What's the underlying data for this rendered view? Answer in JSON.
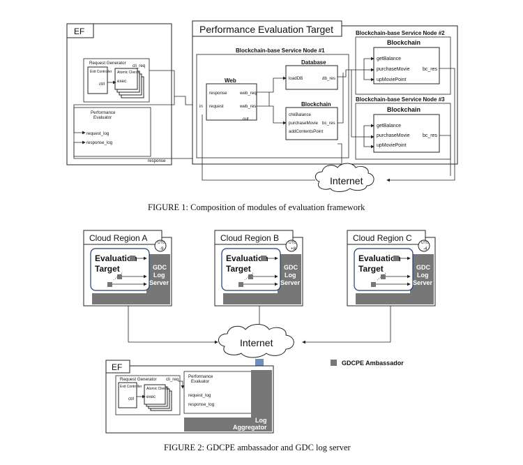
{
  "figure1": {
    "caption": "FIGURE 1: Composition of modules of evaluation framework",
    "ef_label": "EF",
    "request_generator": "Request Generator",
    "exit_controller": "Exit Controller",
    "ctrl": "ctrl",
    "atomic_clients": "Atomic Clients",
    "exec": "exec",
    "cli_req": "cli_req",
    "performance_evaluator_1": "Performance",
    "performance_evaluator_2": "Evaluator",
    "request_log": "request_log",
    "response_log": "response_log",
    "response": "response",
    "pet_title": "Performance Evaluation Target",
    "node1_title": "Blockchain-base Service Node #1",
    "node2_title": "Blockchain-base Service Node #2",
    "node3_title": "Blockchain-base Service Node #3",
    "web_title": "Web",
    "web_response": "response",
    "web_request": "request",
    "web_req": "web_req",
    "web_res": "web_res",
    "out": "out",
    "in": "in",
    "database_title": "Database",
    "load_db": "loadDB",
    "db_res": "db_res",
    "blockchain_title": "Blockchain",
    "chk_balance": "chkBalance",
    "purchase_movie": "purchaseMovie",
    "add_contents_point": "addContentsPoint",
    "bc_res": "bc_res",
    "get_balance": "getBalance",
    "up_movie_point": "upMoviePoint",
    "internet": "Internet"
  },
  "figure2": {
    "caption": "FIGURE 2: GDCPE ambassador and GDC log server",
    "region_a": "Cloud Region A",
    "region_b": "Cloud Region B",
    "region_c": "Cloud Region C",
    "clock_a": "-9",
    "clock_b": "+8",
    "clock_c": "-4",
    "clock_utc": "UTC",
    "evaluation_1": "Evaluation",
    "evaluation_2": "Target",
    "gdc_1": "GDC",
    "gdc_2": "Log",
    "gdc_3": "Server",
    "internet": "Internet",
    "legend": "GDCPE Ambassador",
    "ef_label": "EF",
    "request_generator": "Request Generator",
    "exit_controller": "Exit Controller",
    "ctrl": "ctrl",
    "atomic_clients": "Atomic Clients",
    "exec": "exec",
    "cli_req": "cli_req",
    "performance_evaluator_1": "Performance",
    "performance_evaluator_2": "Evaluator",
    "request_log": "request_log",
    "response_log": "response_log",
    "log_1": "Log",
    "log_2": "Aggregator",
    "colors": {
      "ambassador": "#777777",
      "line": "#222222",
      "region_border": "#1f3b70"
    }
  }
}
